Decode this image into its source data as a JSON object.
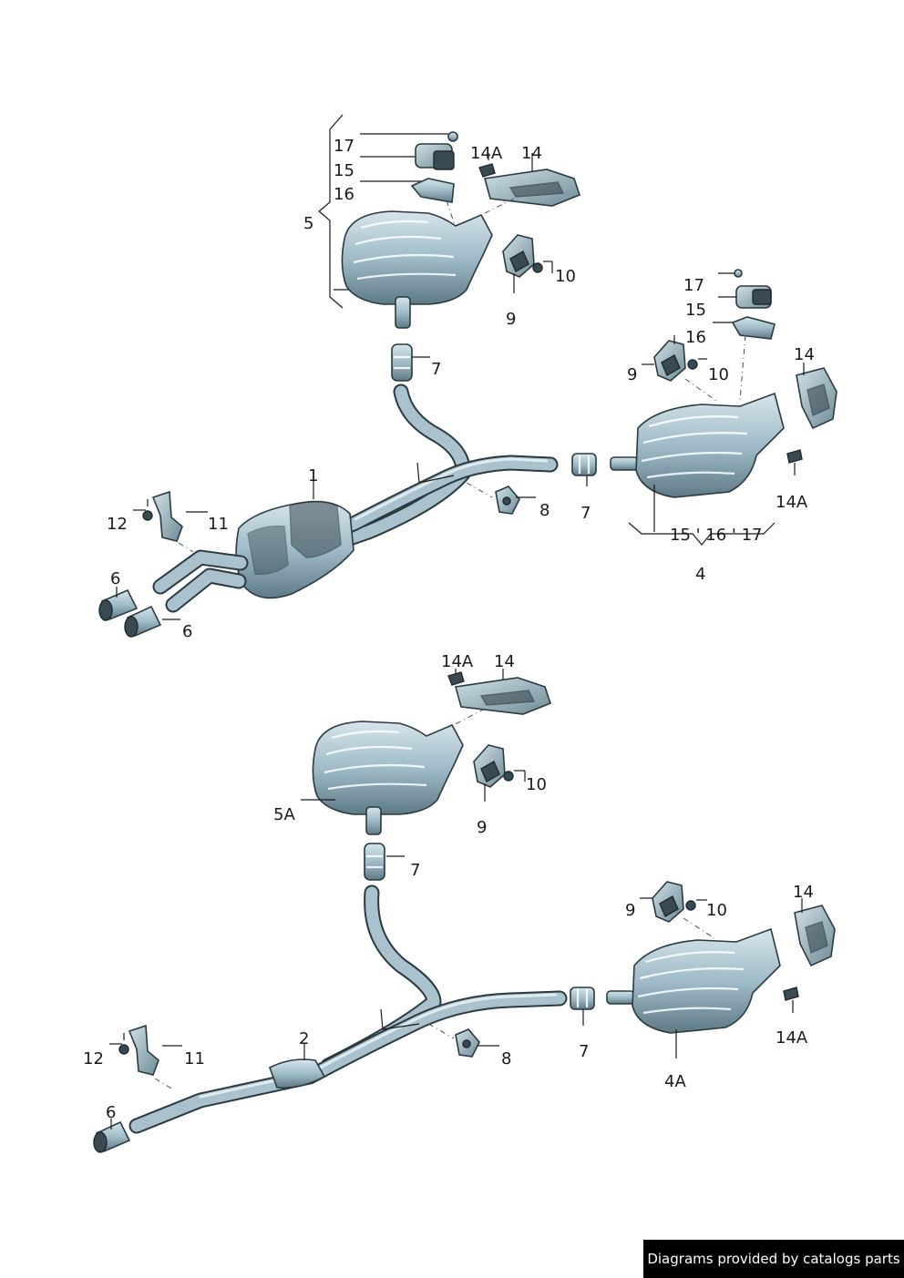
{
  "footer": {
    "credit": "Diagrams provided by catalogs parts"
  },
  "labels": {
    "l1": "1",
    "l2": "2",
    "l4": "4",
    "l4A": "4A",
    "l5": "5",
    "l5A": "5A",
    "l6": "6",
    "l7": "7",
    "l8": "8",
    "l9": "9",
    "l10": "10",
    "l11": "11",
    "l12": "12",
    "l14": "14",
    "l14A": "14A",
    "l15": "15",
    "l16": "16",
    "l17": "17",
    "l15_16_17": "15 ' 16 ' 17"
  },
  "colors": {
    "metal_light": "#c9dbe3",
    "metal_mid": "#93b1bd",
    "metal_dark": "#56727d",
    "outline": "#2b3a40"
  }
}
